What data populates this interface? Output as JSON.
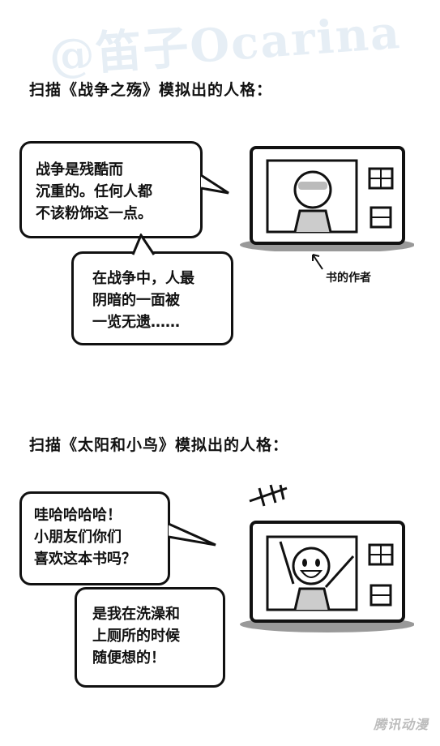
{
  "watermark": "@笛子Ocarina",
  "panels": [
    {
      "heading": "扫描《战争之殇》模拟出的人格：",
      "bubble1": "战争是残酷而\n沉重的。任何人都\n不该粉饰这一点。",
      "bubble2": "在战争中，人最\n阴暗的一面被\n一览无遗……",
      "caption": "书的作者"
    },
    {
      "heading": "扫描《太阳和小鸟》模拟出的人格：",
      "bubble1": "哇哈哈哈哈！\n小朋友们你们\n喜欢这本书吗？",
      "bubble2": "是我在洗澡和\n上厕所的时候\n随便想的！"
    }
  ],
  "logo": "腾讯动漫"
}
